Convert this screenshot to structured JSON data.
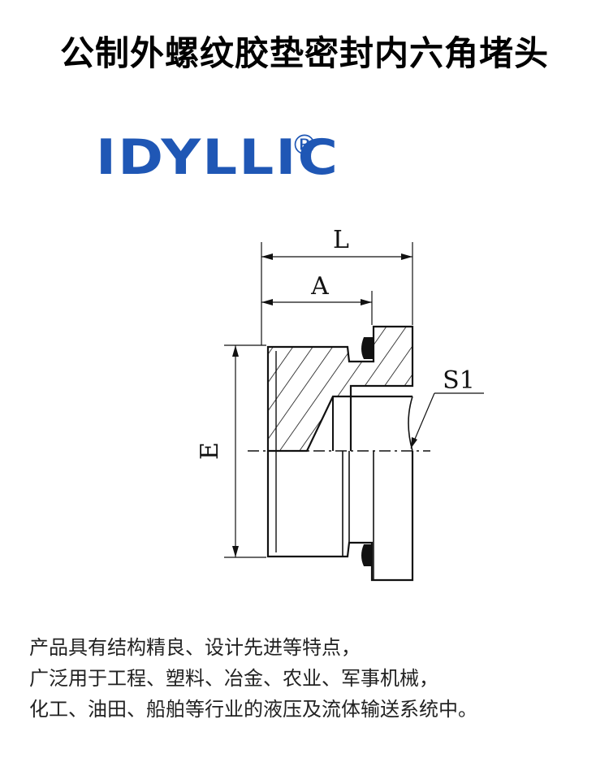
{
  "title": "公制外螺纹胶垫密封内六角堵头",
  "brand": {
    "wordmark": "IDYLLIC",
    "registered_mark": "®",
    "color": "#1f57b5"
  },
  "drawing": {
    "dimensions": {
      "L": "L",
      "A": "A",
      "E": "E",
      "S1": "S1"
    }
  },
  "description": {
    "lines": [
      "产品具有结构精良、设计先进等特点，",
      "广泛用于工程、塑料、冶金、农业、军事机械，",
      "化工、油田、船舶等行业的液压及流体输送系统中。"
    ]
  }
}
